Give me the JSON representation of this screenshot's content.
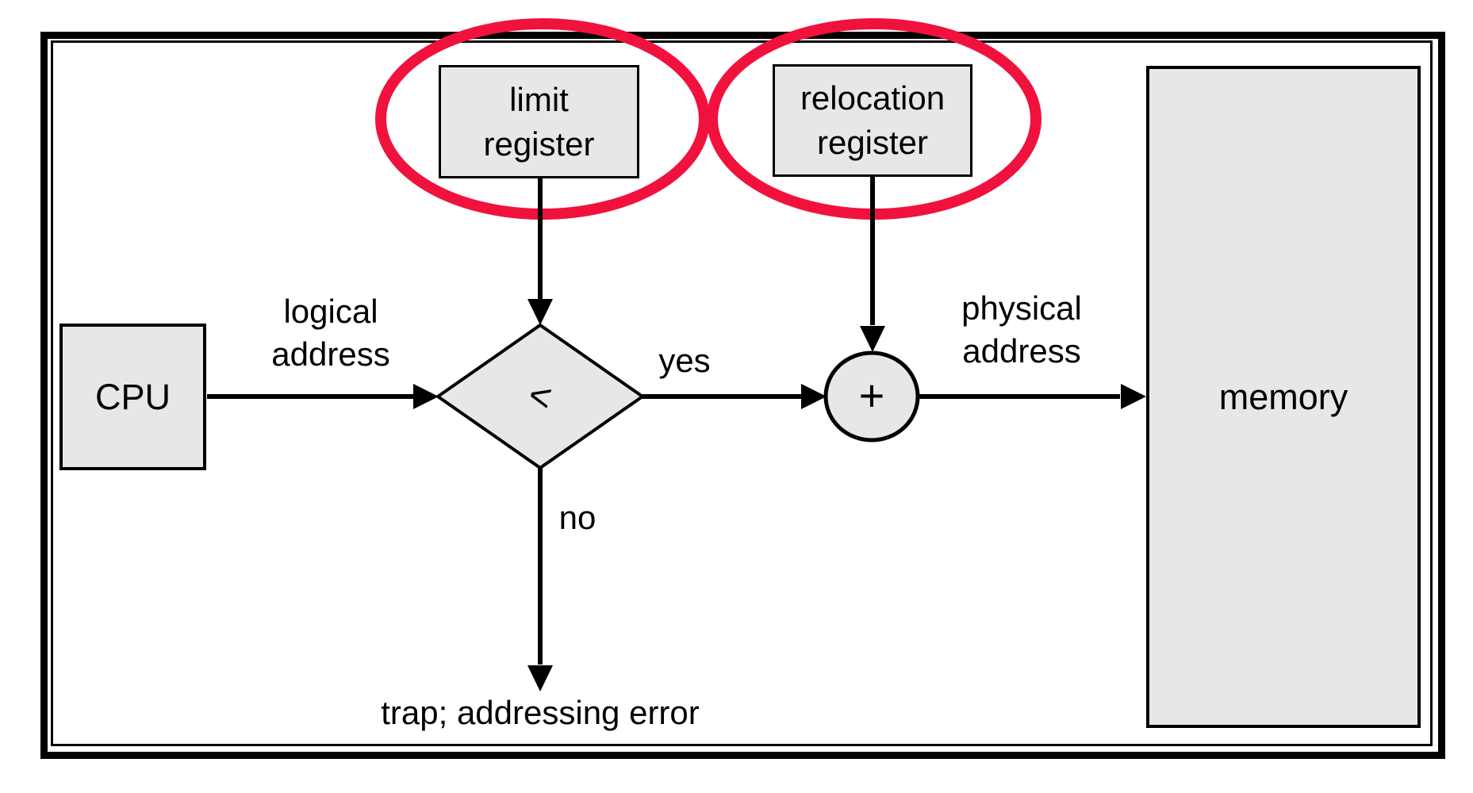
{
  "nodes": {
    "cpu": {
      "label": "CPU"
    },
    "limit_register": {
      "line1": "limit",
      "line2": "register"
    },
    "relocation_register": {
      "line1": "relocation",
      "line2": "register"
    },
    "comparator": {
      "symbol": "<"
    },
    "adder": {
      "symbol": "+"
    },
    "memory": {
      "label": "memory"
    }
  },
  "labels": {
    "logical_address": {
      "line1": "logical",
      "line2": "address"
    },
    "physical_address": {
      "line1": "physical",
      "line2": "address"
    },
    "yes": "yes",
    "no": "no",
    "trap": "trap; addressing error"
  },
  "colors": {
    "highlight_red": "#f0123d",
    "node_fill": "#e7e7e7",
    "line_black": "#000000"
  }
}
